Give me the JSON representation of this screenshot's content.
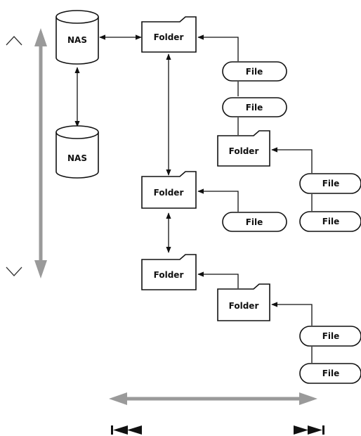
{
  "nodes": {
    "nas_top": "NAS",
    "nas_bottom": "NAS",
    "folder_1": "Folder",
    "folder_1_file_1": "File",
    "folder_1_file_2": "File",
    "folder_1_sub": "Folder",
    "folder_1_sub_file_1": "File",
    "folder_1_sub_file_2": "File",
    "folder_2": "Folder",
    "folder_2_file_1": "File",
    "folder_3": "Folder",
    "folder_3_sub": "Folder",
    "folder_3_sub_file_1": "File",
    "folder_3_sub_file_2": "File"
  },
  "controls": {
    "scroll_up": "up-chevron-icon",
    "scroll_down": "down-chevron-icon",
    "skip_start": "skip-to-start-icon",
    "skip_end": "skip-to-end-icon"
  },
  "colors": {
    "line": "#111111",
    "scroll_arrow": "#9a9a9a",
    "fill": "#ffffff"
  }
}
